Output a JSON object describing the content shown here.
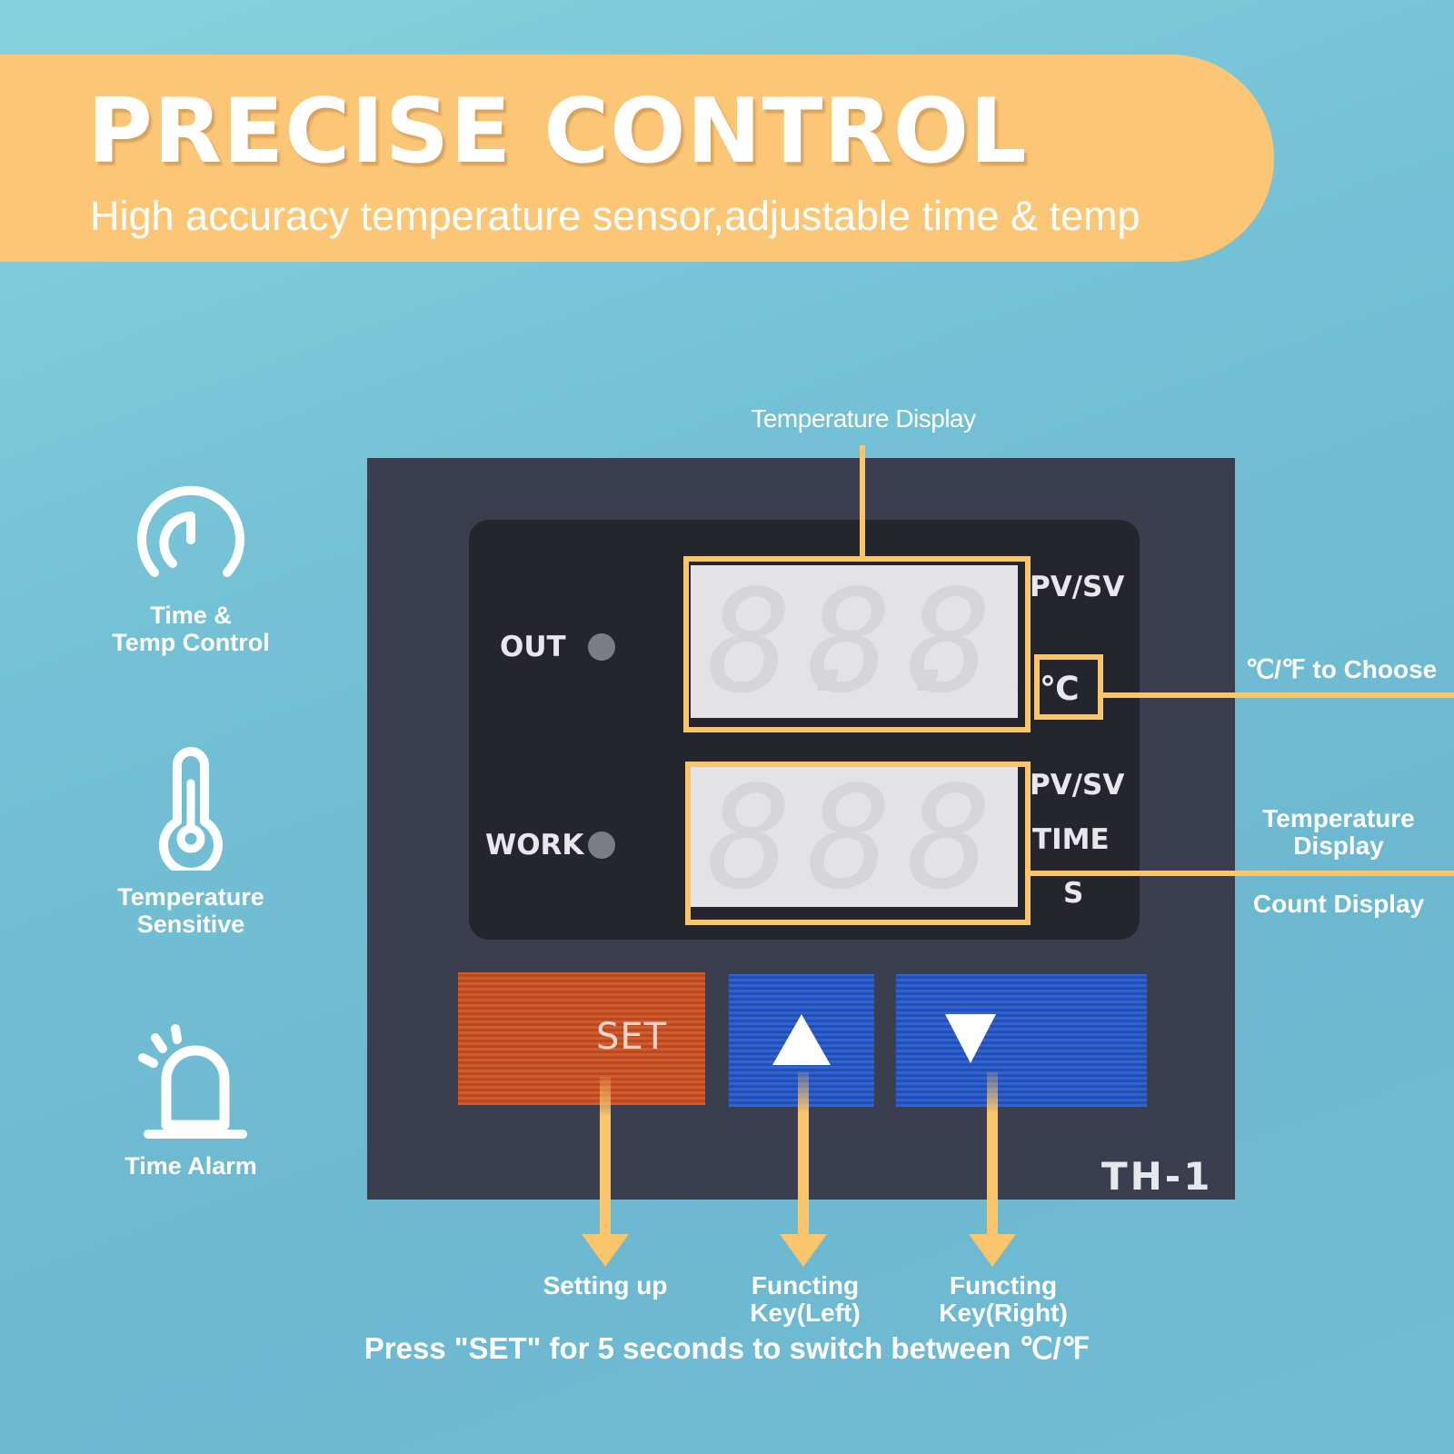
{
  "banner": {
    "title": "PRECISE CONTROL",
    "subtitle": "High accuracy temperature sensor,adjustable time & temp"
  },
  "features": [
    {
      "icon": "gauge-icon",
      "label": "Time &\nTemp Control"
    },
    {
      "icon": "thermometer-icon",
      "label": "Temperature\nSensitive"
    },
    {
      "icon": "alarm-icon",
      "label": "Time Alarm"
    }
  ],
  "device": {
    "indicators": {
      "out": "OUT",
      "work": "WORK"
    },
    "upper_display": {
      "label": "PV/SV",
      "unit": "℃"
    },
    "lower_display": {
      "labels": [
        "PV/SV",
        "TIME",
        "S"
      ]
    },
    "keys": {
      "set": "SET",
      "up": "▲",
      "down": "▼"
    },
    "model": "TH-1"
  },
  "callouts": {
    "temperature_display_top": "Temperature Display",
    "unit_choose": "℃/℉ to Choose",
    "temperature_display_right": "Temperature\nDisplay",
    "count_display": "Count Display",
    "setting_up": "Setting up",
    "key_left": "Functing\nKey(Left)",
    "key_right": "Functing\nKey(Right)"
  },
  "footer": "Press \"SET\" for 5 seconds to switch between ℃/℉",
  "colors": {
    "accent": "#fbc56c",
    "background": "#74c1d6",
    "set_key": "#d55b2c",
    "arrow_keys": "#2d63d8"
  }
}
